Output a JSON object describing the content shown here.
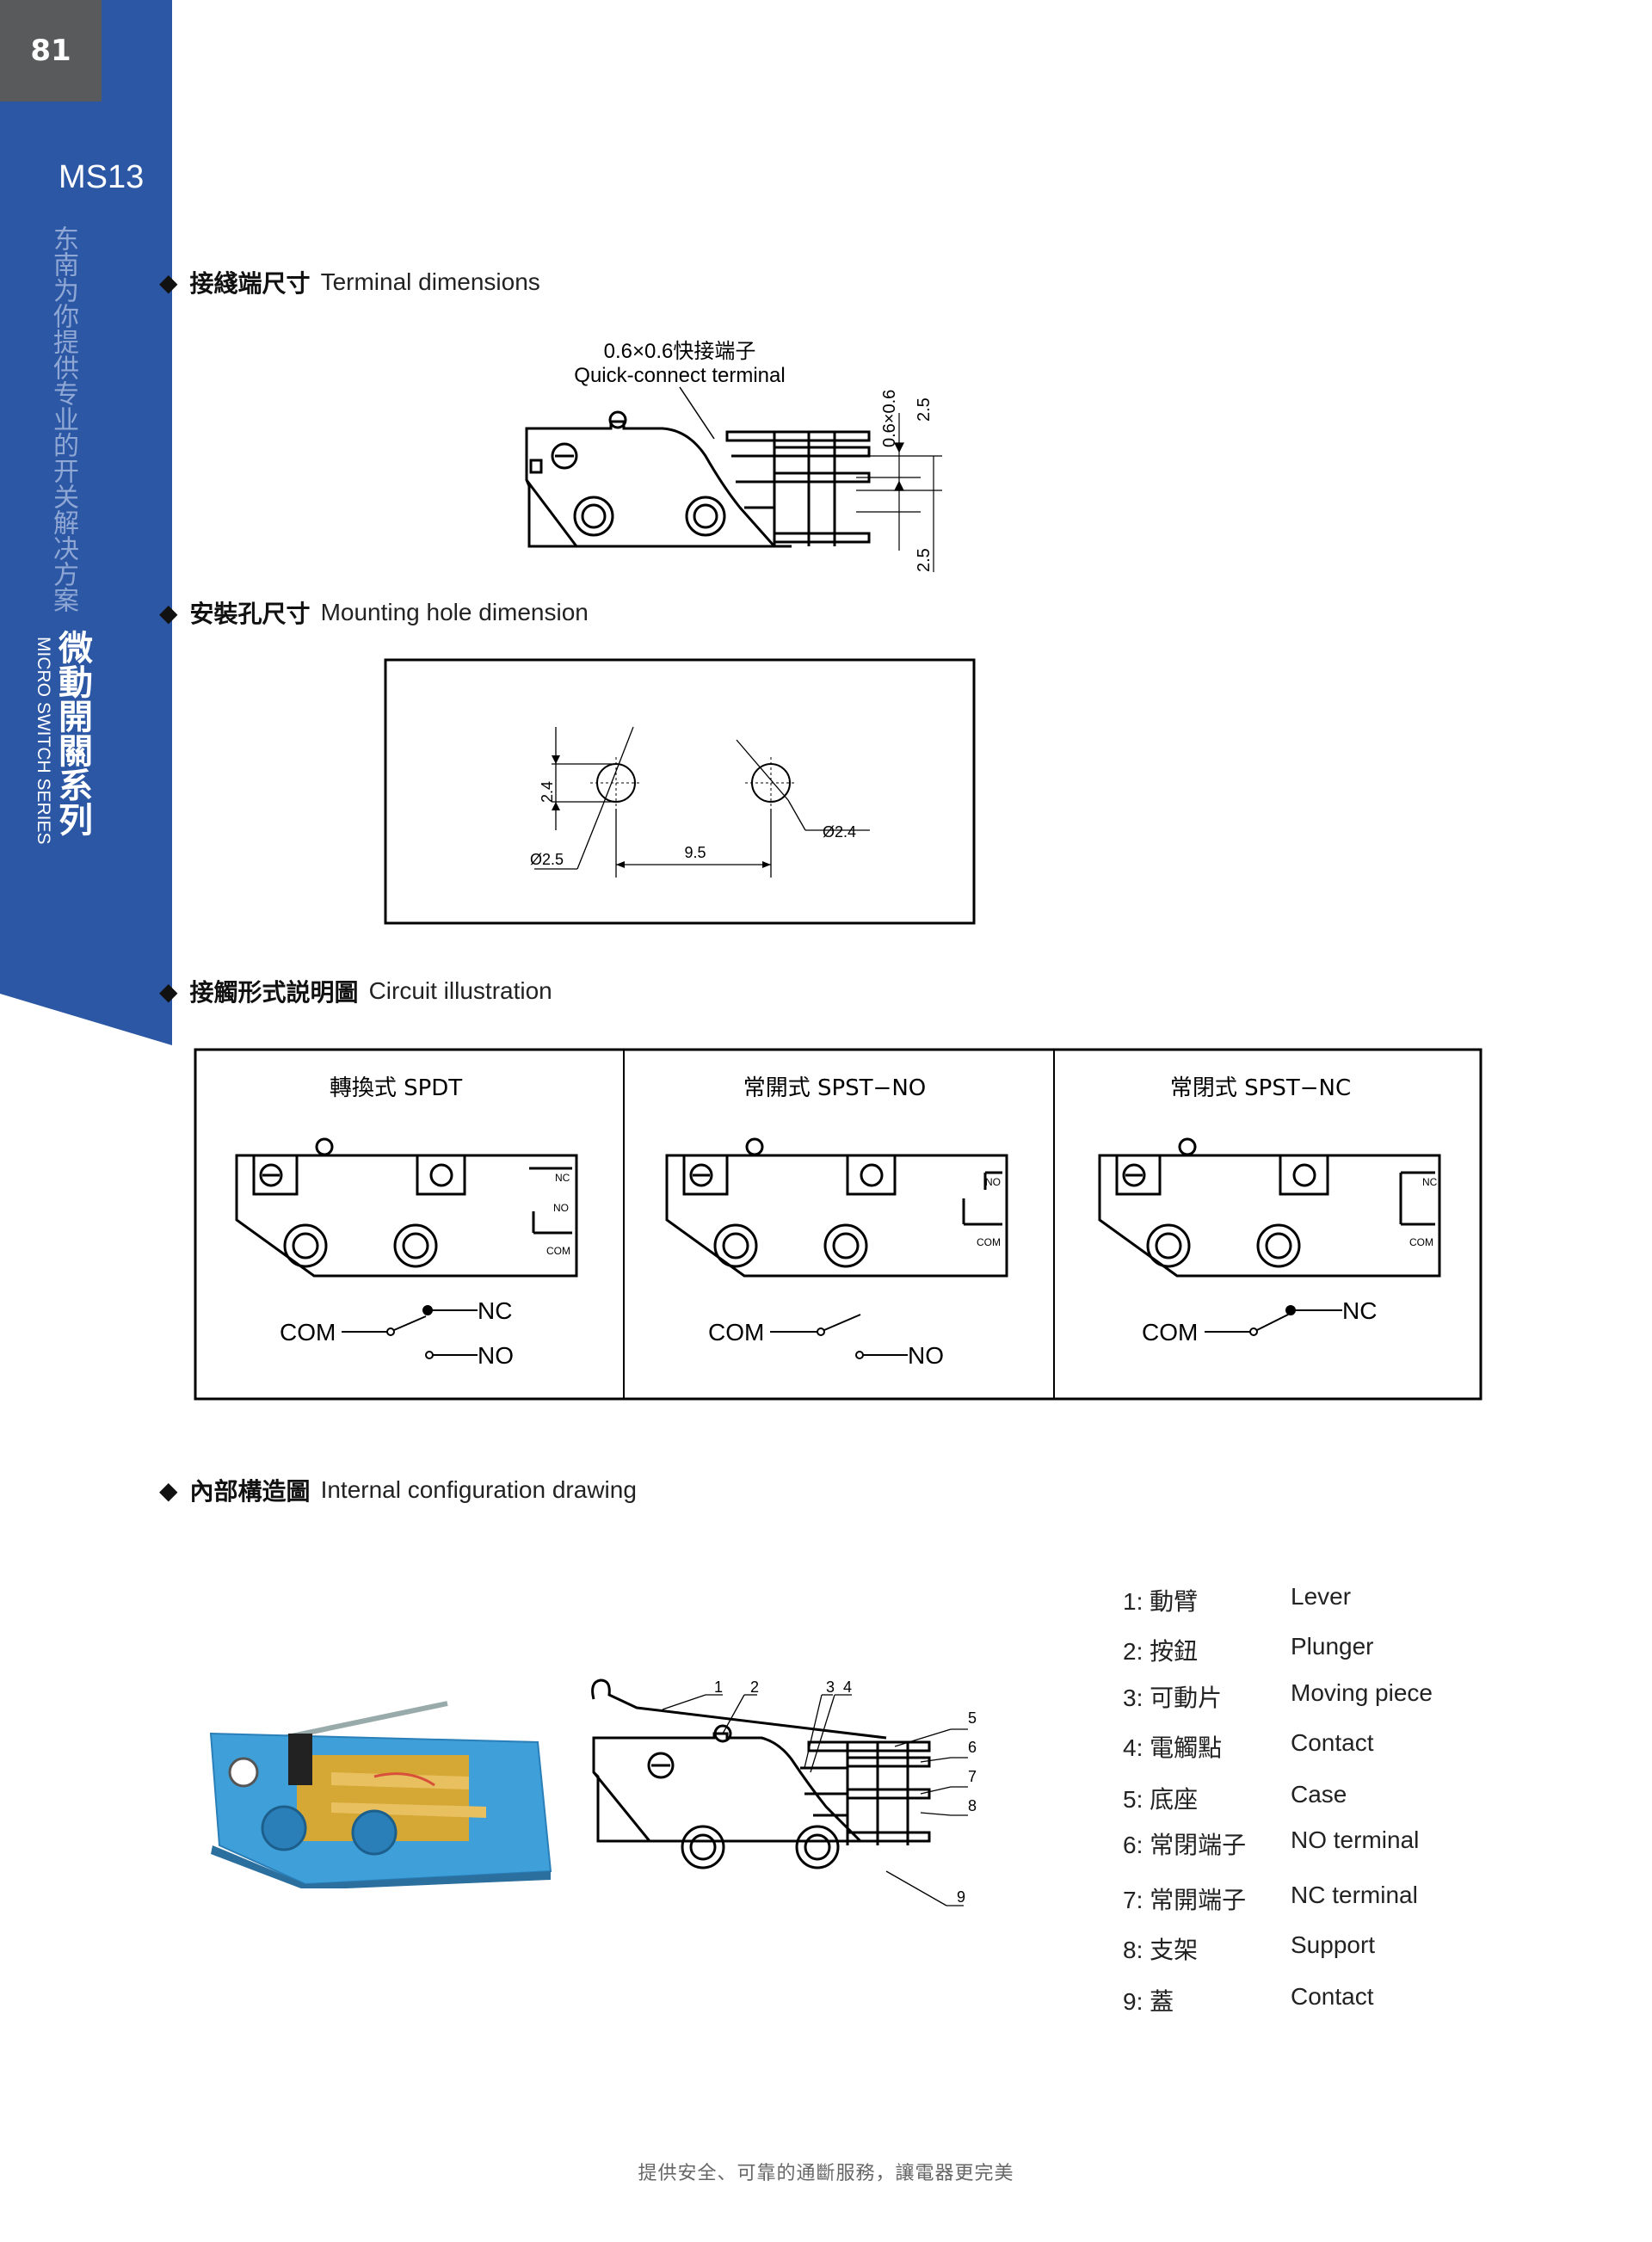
{
  "page": {
    "number": "81",
    "model": "MS13",
    "footer": "提供安全、可靠的通斷服務，讓電器更完美"
  },
  "sidebar": {
    "slogan": "东南为你提供专业的开关解决方案",
    "series_cn": "微動開關系列",
    "series_en": "MICRO SWITCH SERIES"
  },
  "sections": {
    "terminal": {
      "cn": "接綫端尺寸",
      "en": "Terminal dimensions"
    },
    "mounting": {
      "cn": "安裝孔尺寸",
      "en": "Mounting hole dimension"
    },
    "circuit": {
      "cn": "接觸形式説明圖",
      "en": "Circuit illustration"
    },
    "internal": {
      "cn": "內部構造圖",
      "en": "Internal configuration drawing"
    }
  },
  "terminal_drawing": {
    "label_cn": "0.6×0.6快接端子",
    "label_en": "Quick-connect terminal",
    "dim_size": "0.6×0.6",
    "dim_pitch_top": "2.5",
    "dim_pitch_bottom": "2.5"
  },
  "mounting_drawing": {
    "dim_height": "2.4",
    "dim_hole_left": "Ø2.5",
    "dim_hole_right": "Ø2.4",
    "dim_spacing": "9.5"
  },
  "circuits": [
    {
      "title": "轉換式 SPDT",
      "terminals": [
        "NC",
        "NO",
        "COM"
      ],
      "com": "COM",
      "nc": "NC",
      "no": "NO"
    },
    {
      "title": "常開式 SPST−NO",
      "terminals": [
        "NO",
        "COM"
      ],
      "com": "COM",
      "no": "NO"
    },
    {
      "title": "常閉式 SPST−NC",
      "terminals": [
        "NC",
        "COM"
      ],
      "com": "COM",
      "nc": "NC"
    }
  ],
  "internal_callouts": [
    "1",
    "2",
    "3",
    "4",
    "5",
    "6",
    "7",
    "8",
    "9"
  ],
  "legend": [
    {
      "num": "1: 動臂",
      "en": "Lever"
    },
    {
      "num": "2: 按鈕",
      "en": "Plunger"
    },
    {
      "num": "3: 可動片",
      "en": "Moving piece"
    },
    {
      "num": "4: 電觸點",
      "en": "Contact"
    },
    {
      "num": "5: 底座",
      "en": "Case"
    },
    {
      "num": "6: 常閉端子",
      "en": "NO terminal"
    },
    {
      "num": "7: 常開端子",
      "en": "NC terminal"
    },
    {
      "num": "8: 支架",
      "en": "Support"
    },
    {
      "num": "9: 蓋",
      "en": "Contact"
    }
  ],
  "colors": {
    "sidebar": "#2c57a4",
    "page_num_bg": "#595a5c",
    "render_blue": "#3f9fd8",
    "render_orange": "#f0a818"
  }
}
